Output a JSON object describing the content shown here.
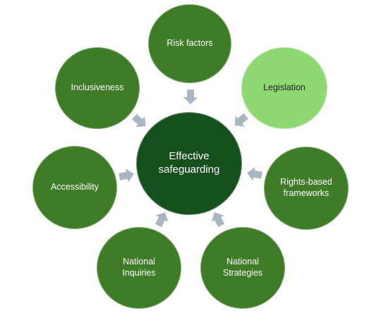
{
  "colors": {
    "center": "#17501f",
    "outer": "#3f7c28",
    "highlight": "#8fd873",
    "arrow": "#a8b6c4"
  },
  "center": {
    "label": "Effective\nsafeguarding"
  },
  "nodes": [
    {
      "id": "risk-factors",
      "label": "Risk factors",
      "highlight": false
    },
    {
      "id": "legislation",
      "label": "Legislation",
      "highlight": true
    },
    {
      "id": "rights-based-frameworks",
      "label": "Rights-based\nframeworks",
      "highlight": false
    },
    {
      "id": "national-strategies",
      "label": "National\nStrategies",
      "highlight": false
    },
    {
      "id": "national-inquiries",
      "label": "National\nInquiries",
      "highlight": false
    },
    {
      "id": "accessibility",
      "label": "Accessibility",
      "highlight": false
    },
    {
      "id": "inclusiveness",
      "label": "Inclusiveness",
      "highlight": false
    }
  ]
}
